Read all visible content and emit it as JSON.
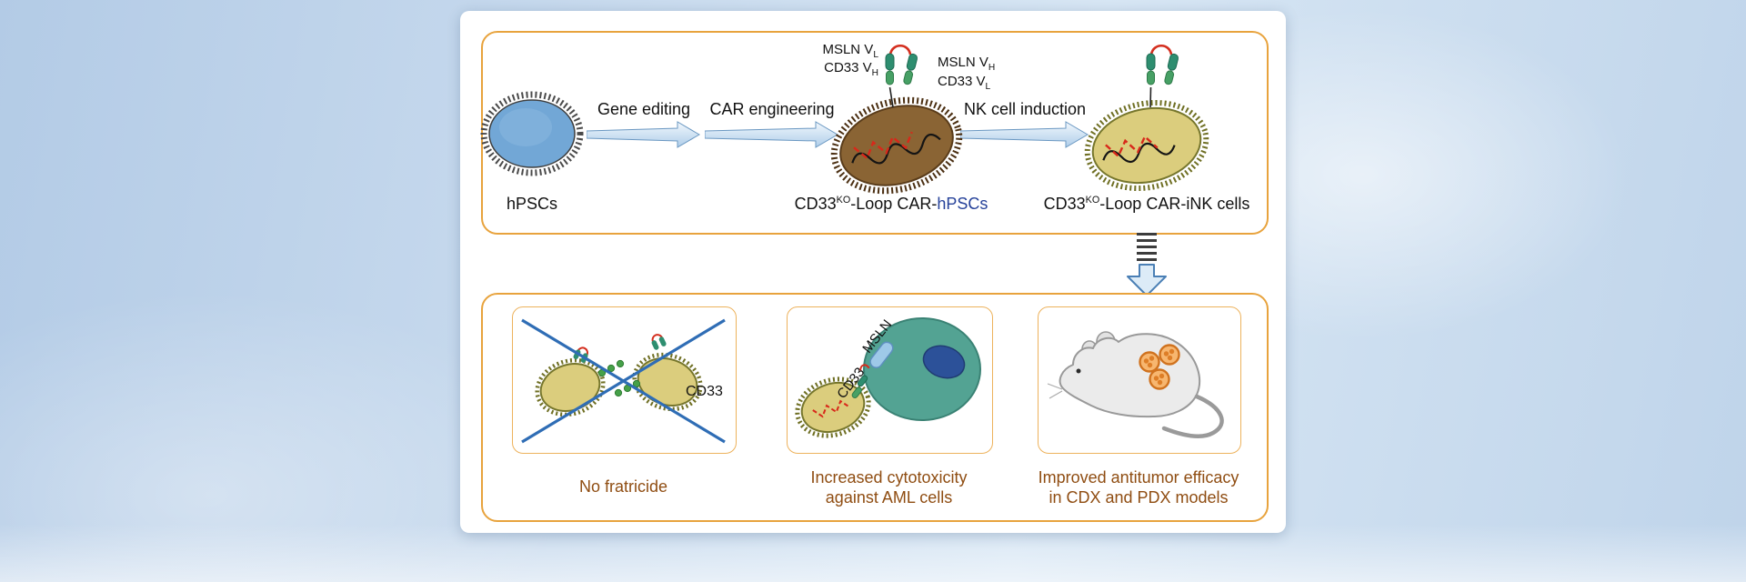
{
  "figure": {
    "workflow": {
      "hpsc_label": "hPSCs",
      "steps": [
        {
          "label": "Gene editing"
        },
        {
          "label": "CAR engineering"
        },
        {
          "label": "NK cell induction"
        }
      ],
      "construct_labels": {
        "left_top": {
          "main": "MSLN V",
          "sub": "L"
        },
        "left_bottom": {
          "main": "CD33 V",
          "sub": "H"
        },
        "right_top": {
          "main": "MSLN V",
          "sub": "H"
        },
        "right_bottom": {
          "main": "CD33 V",
          "sub": "L"
        }
      },
      "car_hpsc_label": {
        "base": "CD33",
        "sup": "KO",
        "mid": "-Loop CAR-",
        "cell": "hPSCs"
      },
      "car_ink_label": {
        "base": "CD33",
        "sup": "KO",
        "mid": "-Loop CAR-iNK cells"
      }
    },
    "outcomes": {
      "panel1": {
        "caption": "No fratricide",
        "antigen_label": "CD33"
      },
      "panel2": {
        "caption_line1": "Increased cytotoxicity",
        "caption_line2": "against AML cells",
        "msln_label": "MSLN",
        "cd33_label": "CD33"
      },
      "panel3": {
        "caption_line1": "Improved antitumor efficacy",
        "caption_line2": "in CDX and PDX models"
      }
    }
  },
  "colors": {
    "panel_border": "#E8A33D",
    "caption_text": "#8F4D12",
    "hpsc_highlight": "#26429A",
    "cross_mark": "#2F6DB5"
  }
}
